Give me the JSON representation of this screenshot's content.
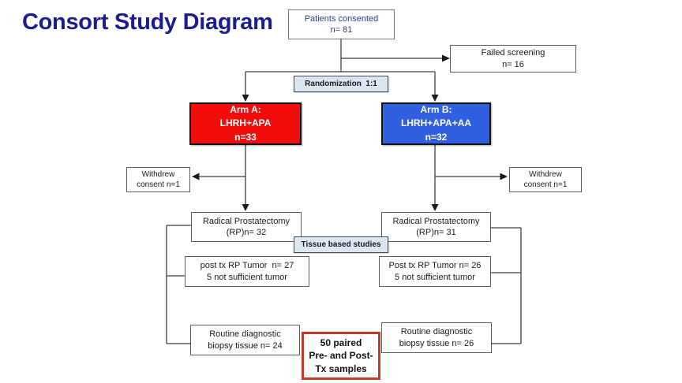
{
  "title": "Consort Study Diagram",
  "colors": {
    "title_navy": "#1c1c8f",
    "patients_text_blue": "#26408b",
    "arm_a_red": "#f20d0d",
    "arm_b_blue": "#3060e0",
    "shaded_box_blue": "#dce6f2",
    "paired_border_red": "#c0392b",
    "line_gray": "#3f3f3f"
  },
  "nodes": {
    "patients": {
      "line1": "Patients consented",
      "line2": "n= 81"
    },
    "failed": {
      "line1": "Failed screening",
      "line2": "n= 16"
    },
    "randomization": {
      "label": "Randomization  1:1"
    },
    "arm_a": {
      "line1": "Arm A:",
      "line2": "LHRH+APA",
      "line3": "n=33"
    },
    "arm_b": {
      "line1": "Arm B:",
      "line2": "LHRH+APA+AA",
      "line3": "n=32"
    },
    "withdrew_left": {
      "line1": "Withdrew",
      "line2": "consent n=1"
    },
    "withdrew_right": {
      "line1": "Withdrew",
      "line2": "consent n=1"
    },
    "rp_left": {
      "line1": "Radical Prostatectomy",
      "line2": "(RP)n= 32"
    },
    "rp_right": {
      "line1": "Radical Prostatectomy",
      "line2": "(RP)n= 31"
    },
    "tissue": {
      "label": "Tissue based studies"
    },
    "posttx_left": {
      "line1": "post tx RP Tumor  n= 27",
      "line2": "5 not sufficient tumor"
    },
    "posttx_right": {
      "line1": "Post tx RP Tumor n= 26",
      "line2": "5 not sufficient tumor"
    },
    "routine_left": {
      "line1": "Routine diagnostic",
      "line2": "biopsy tissue n= 24"
    },
    "routine_right": {
      "line1": "Routine diagnostic",
      "line2": "biopsy tissue n= 26"
    },
    "paired": {
      "line1": "50 paired",
      "line2": "Pre- and Post-",
      "line3": "Tx samples"
    }
  }
}
